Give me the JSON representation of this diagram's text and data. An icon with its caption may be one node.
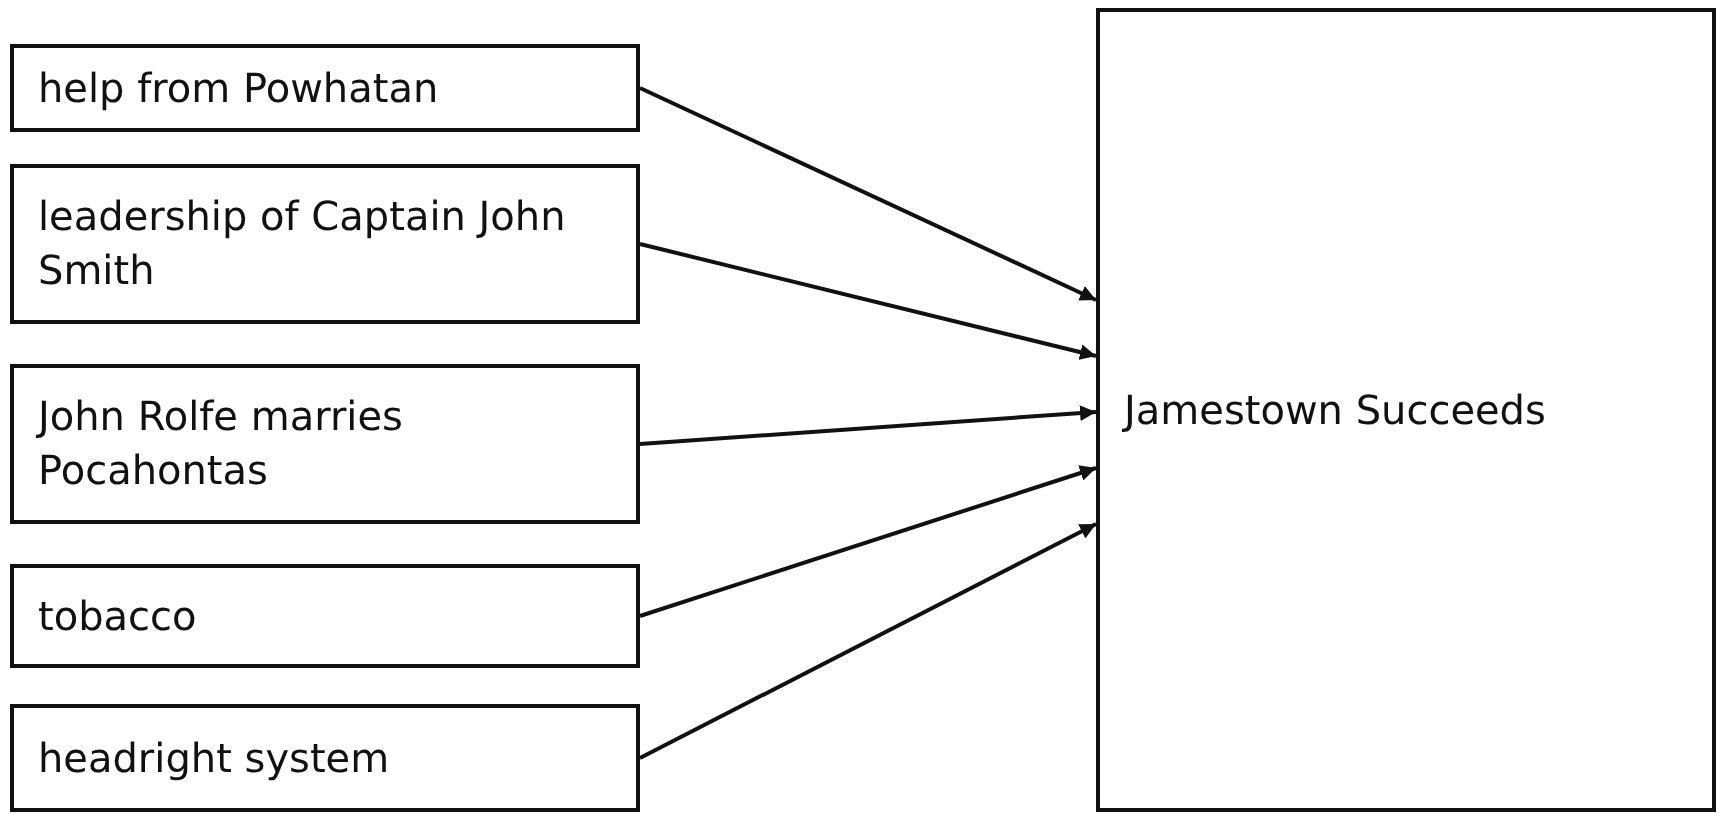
{
  "diagram": {
    "nodes": [
      {
        "text": [
          "help from Powhatan"
        ]
      },
      {
        "text": [
          "leadership of Captain John Smith"
        ]
      },
      {
        "text": [
          "John Rolfe marries Pocahontas"
        ]
      },
      {
        "text": [
          "tobacco"
        ]
      },
      {
        "text": [
          "headright system"
        ]
      },
      {
        "text": [
          "Jamestown Succeeds"
        ]
      }
    ],
    "edges": [
      {
        "from": 0,
        "to": 5,
        "arrow": "to"
      },
      {
        "from": 1,
        "to": 5,
        "arrow": "to"
      },
      {
        "from": 2,
        "to": 5,
        "arrow": "to"
      },
      {
        "from": 3,
        "to": 5,
        "arrow": "to"
      },
      {
        "from": 4,
        "to": 5,
        "arrow": "to"
      }
    ]
  }
}
